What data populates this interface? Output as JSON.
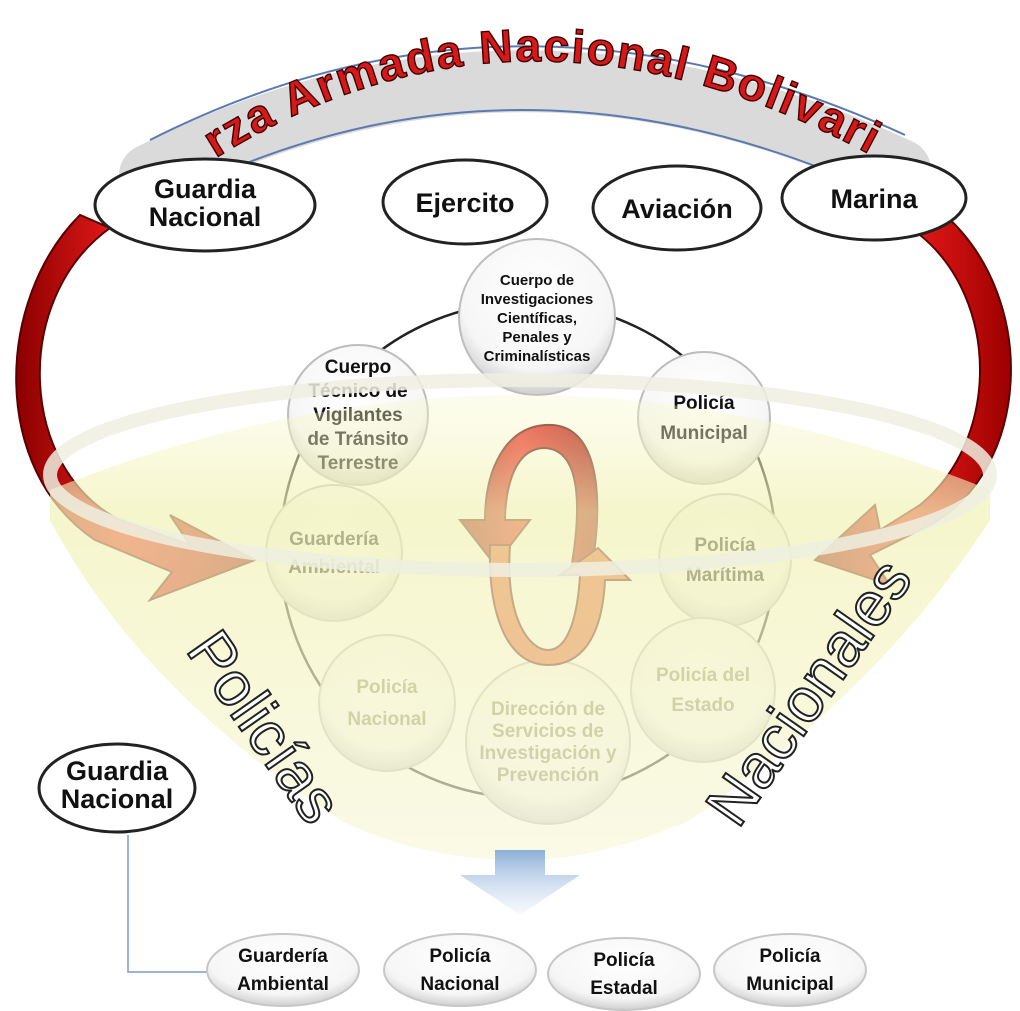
{
  "title": "Fuerza Armada Nacional Bolivariana",
  "forces": [
    {
      "lines": [
        "Guardia",
        "Nacional"
      ]
    },
    {
      "lines": [
        "Ejercito"
      ]
    },
    {
      "lines": [
        "Aviación"
      ]
    },
    {
      "lines": [
        "Marina"
      ]
    }
  ],
  "ring": [
    {
      "lines": [
        "Cuerpo de",
        "Investigaciones",
        "Científicas,",
        "Penales y",
        "Criminalísticas"
      ]
    },
    {
      "lines": [
        "Policía",
        "Municipal"
      ]
    },
    {
      "lines": [
        "Policía",
        "Marítima"
      ]
    },
    {
      "lines": [
        "Policía del",
        "Estado"
      ]
    },
    {
      "lines": [
        "Dirección de",
        "Servicios de",
        "Investigación y",
        "Prevención"
      ]
    },
    {
      "lines": [
        "Policía",
        "Nacional"
      ]
    },
    {
      "lines": [
        "Guardería",
        "Ambiental"
      ]
    },
    {
      "lines": [
        "Cuerpo",
        "Técnico de",
        "Vigilantes",
        "de Tránsito",
        "Terrestre"
      ]
    }
  ],
  "funnel_left": "Policías",
  "funnel_right": "Nacionales",
  "guard_node": {
    "lines": [
      "Guardia",
      "Nacional"
    ]
  },
  "bottom": [
    {
      "lines": [
        "Guardería",
        "Ambiental"
      ]
    },
    {
      "lines": [
        "Policía",
        "Nacional"
      ]
    },
    {
      "lines": [
        "Policía",
        "Estadal"
      ]
    },
    {
      "lines": [
        "Policía",
        "Municipal"
      ]
    }
  ],
  "colors": {
    "arrow_red": "#d8141a",
    "arrow_dark": "#6e0000",
    "funnel_fill": "#f3f3bd",
    "arc_band": "#e6e6e6",
    "connector_blue": "#7d9bcc"
  }
}
